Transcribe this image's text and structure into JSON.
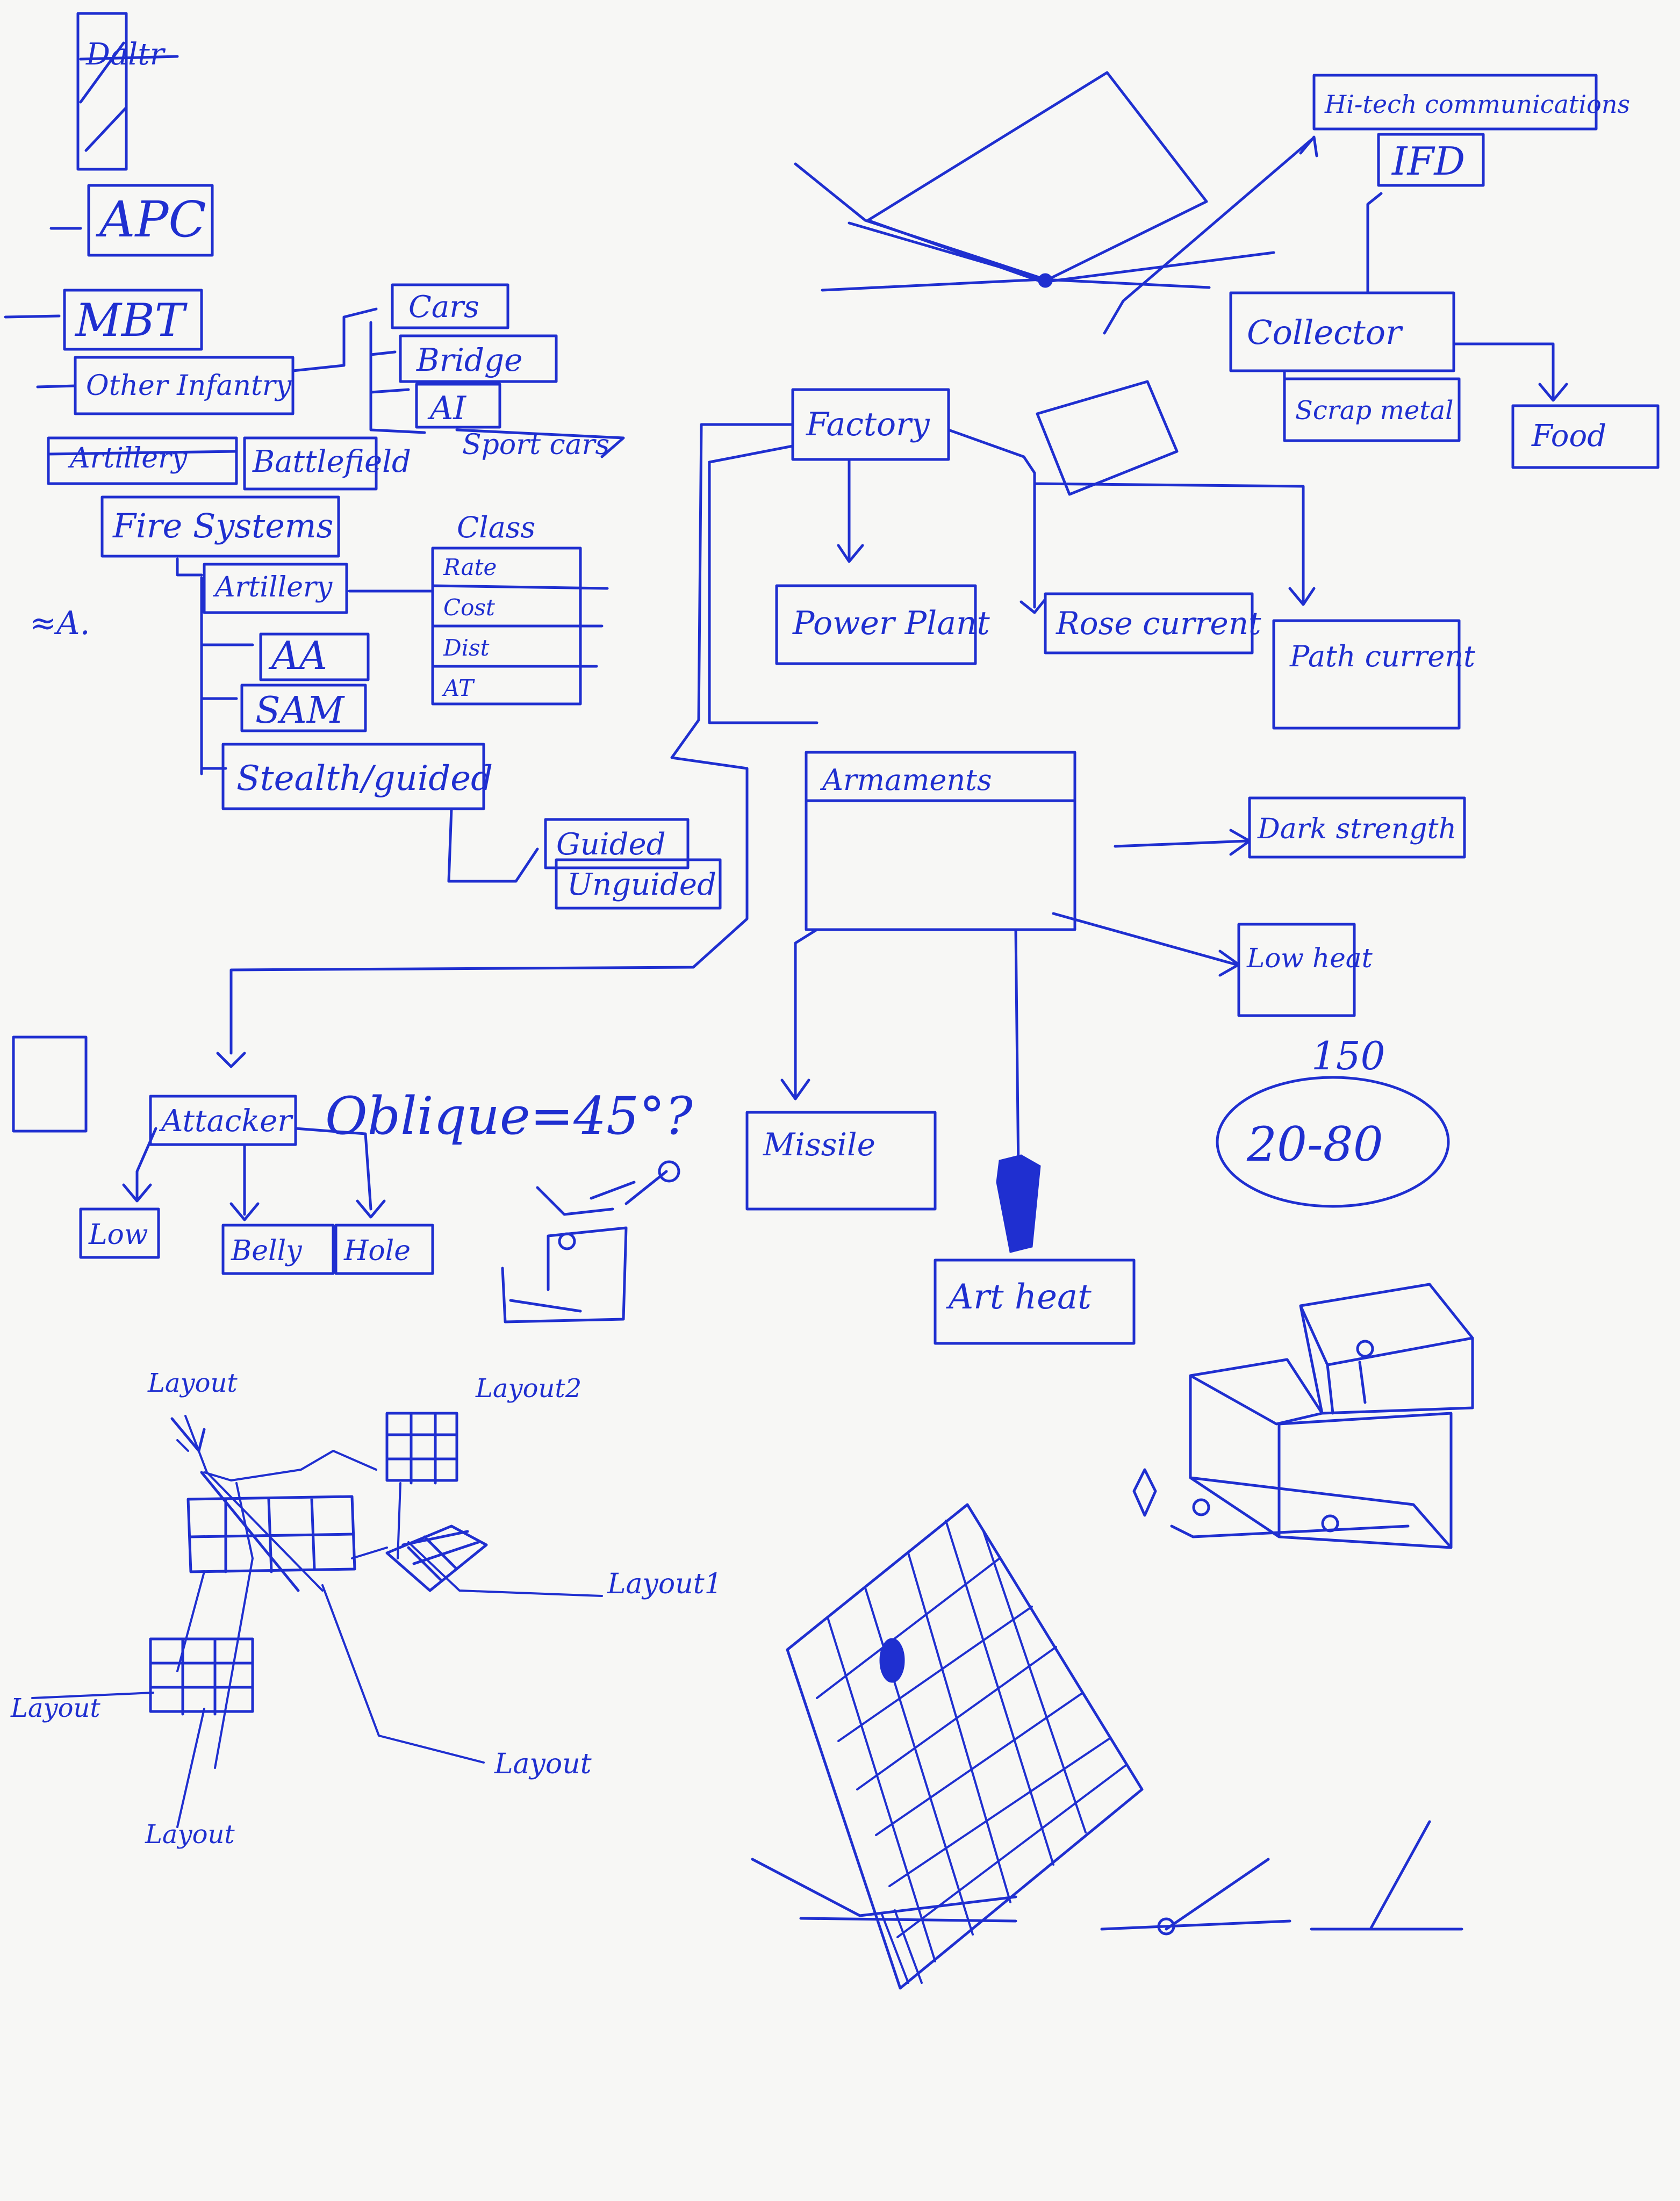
{
  "colors": {
    "ink": "#1f2fd0",
    "paper": "#f7f7f5"
  },
  "left_column": {
    "top_item": "Daltr",
    "apc": "APC",
    "mbt": "MBT",
    "other_infantry": "Other Infantry",
    "artillery_struck": "Artillery",
    "battlefield": "Battlefield",
    "fire_systems": "Fire Systems",
    "artillery": "Artillery",
    "aa": "AA",
    "sam": "SAM",
    "stealth_guided": "Stealth/guided",
    "guided": "Guided",
    "unguided": "Unguided",
    "margin_mark": "≈A."
  },
  "infantry_branch": {
    "cars": "Cars",
    "bridge": "Bridge",
    "ai": "AI",
    "sport_cars": "Sport cars"
  },
  "class_table": {
    "header": "Class",
    "rows": [
      "Rate",
      "Cost",
      "Dist",
      "AT"
    ]
  },
  "center": {
    "factory": "Factory",
    "power_plant": "Power Plant",
    "rose_current": "Rose current",
    "path_current": "Path current",
    "armaments": "Armaments",
    "dark_strength": "Dark strength",
    "low_heat": "Low heat",
    "value_150": "150",
    "range_20_80": "20-80",
    "missile": "Missile",
    "art_heat": "Art heat"
  },
  "right_top": {
    "hitech_comms": "Hi-tech communications",
    "ifd": "IFD",
    "collector": "Collector",
    "scrap_metal": "Scrap metal",
    "food": "Food"
  },
  "attacker": {
    "attacker": "Attacker",
    "oblique": "Oblique=45°?",
    "low": "Low",
    "belly": "Belly",
    "hole": "Hole"
  },
  "grid_labels": {
    "layout_a": "Layout",
    "layout_b": "Layout2",
    "layout_c": "Layout1",
    "layout_d": "Layout",
    "layout_e": "Layout",
    "layout_f": "Layout"
  }
}
